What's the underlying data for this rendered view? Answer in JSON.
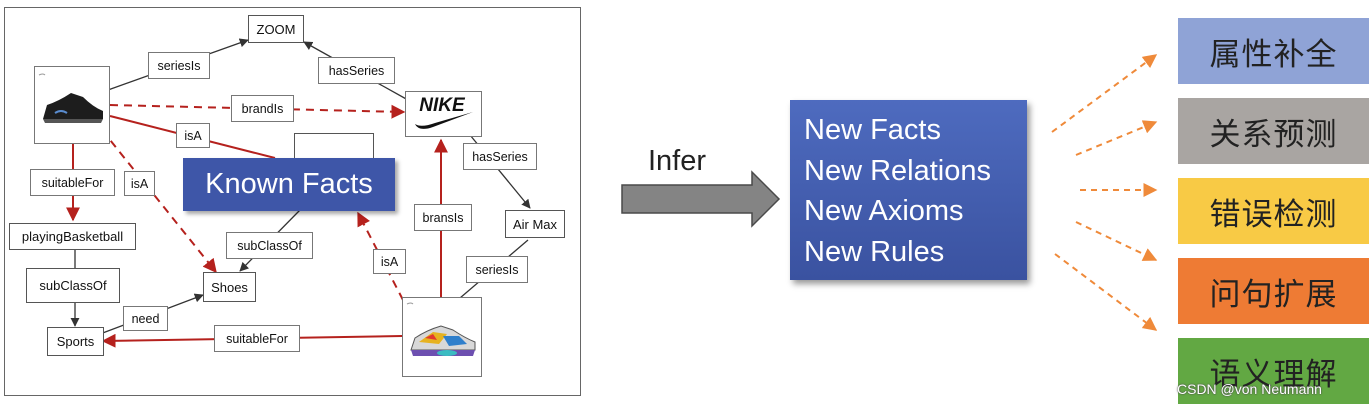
{
  "knowledge_graph": {
    "nodes": {
      "zoom": "ZOOM",
      "air_max": "Air Max",
      "playing_basketball": "playingBasketball",
      "sub_class_of_left": "subClassOf",
      "shoes": "Shoes",
      "sports": "Sports"
    },
    "edge_labels": {
      "series_is_top": "seriesIs",
      "has_series_top": "hasSeries",
      "brand_is": "brandIs",
      "is_a_top": "isA",
      "has_series_right": "hasSeries",
      "suitable_for_left": "suitableFor",
      "is_a_left": "isA",
      "sub_class_of_mid": "subClassOf",
      "brans_is": "bransIs",
      "is_a_right": "isA",
      "series_is_right": "seriesIs",
      "need": "need",
      "suitable_for_bottom": "suitableFor"
    },
    "known_facts": "Known Facts",
    "brand_logo": "NIKE"
  },
  "infer_label": "Infer",
  "results": [
    "New Facts",
    "New Relations",
    "New Axioms",
    "New Rules"
  ],
  "tasks": [
    {
      "label": "属性补全",
      "color": "#8fa3d6"
    },
    {
      "label": "关系预测",
      "color": "#a9a5a2"
    },
    {
      "label": "错误检测",
      "color": "#f8ca45"
    },
    {
      "label": "问句扩展",
      "color": "#ee7b34"
    },
    {
      "label": "语义理解",
      "color": "#62a843"
    }
  ],
  "watermark": "CSDN @von  Neumann",
  "colors": {
    "edge_red": "#b5211d",
    "edge_dark": "#333333",
    "arrow_orange": "#ef8a3a",
    "accent_blue": "#3e56a8"
  }
}
